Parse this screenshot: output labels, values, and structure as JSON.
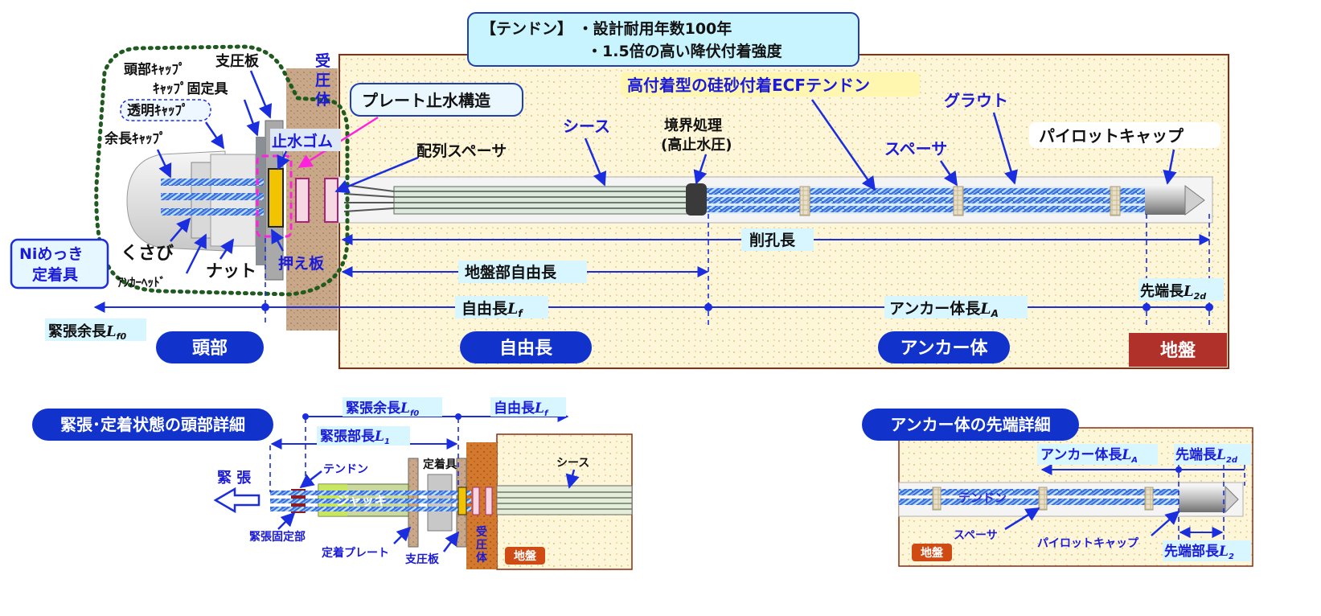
{
  "main": {
    "info_box": {
      "line1": "【テンドン】 ・設計耐用年数100年",
      "line2": "・1.5倍の高い降伏付着強度"
    },
    "labels": {
      "ecf_tendon": "高付着型の硅砂付着ECFテンドン",
      "grout": "グラウト",
      "sheath": "シース",
      "boundary": "境界処理",
      "boundary_sub": "(高止水圧)",
      "spacer": "スペーサ",
      "pilot_cap": "パイロットキャップ",
      "plate_seal": "プレート止水構造",
      "array_spacer": "配列スペーサ",
      "seal_rubber": "止水ゴム",
      "press_plate": "押え板",
      "bearing_body": "受圧体",
      "head_cap": "頭部ｷｬｯﾌﾟ",
      "bearing_plate": "支圧板",
      "cap_fixture": "ｷｬｯﾌﾟ固定具",
      "clear_cap": "透明ｷｬｯﾌﾟ",
      "extra_cap": "余長ｷｬｯﾌﾟ",
      "ni_anchor": "Niめっき\n定着具",
      "wedge": "くさび",
      "nut": "ナット",
      "anchor_head": "ｱﾝｶｰﾍｯﾄﾞ",
      "drill_length": "削孔長",
      "ground_free_length": "地盤部自由長",
      "free_length": "自由長",
      "free_length_sub": "f",
      "anchor_body_length": "アンカー体長",
      "anchor_body_length_sub": "A",
      "tip_length": "先端長",
      "tip_length_sub": "2d",
      "tension_extra": "緊張余長",
      "tension_extra_sub": "f0"
    },
    "pills": {
      "head": "頭部",
      "free": "自由長",
      "anchor_body": "アンカー体",
      "ground": "地盤"
    }
  },
  "detail_head": {
    "title": "緊張･定着状態の頭部詳細",
    "tension_extra": "緊張余長",
    "tension_extra_sub": "f0",
    "free_length": "自由長",
    "free_length_sub": "f",
    "tension_part_length": "緊張部長",
    "tension_part_length_sub": "1",
    "tension": "緊 張",
    "tendon": "テンドン",
    "jack": "ジャッキ",
    "anchor_fixture": "定着具",
    "sheath": "シース",
    "tension_fixing": "緊張固定部",
    "anchor_plate": "定着プレート",
    "bearing_plate": "支圧板",
    "bearing_body": "受圧体",
    "ground": "地盤"
  },
  "detail_tip": {
    "title": "アンカー体の先端詳細",
    "anchor_body_length": "アンカー体長",
    "anchor_body_length_sub": "A",
    "tip_length": "先端長",
    "tip_length_sub": "2d",
    "tendon": "テンドン",
    "spacer": "スペーサ",
    "pilot_cap": "パイロットキャップ",
    "tip_part_length": "先端部長",
    "tip_part_length_sub": "2",
    "ground": "地盤"
  },
  "colors": {
    "blue_text": "#1a1ad8",
    "pill_blue": "#1133cc",
    "ground_red": "#b0302a",
    "box_cyan": "#c8f4ff",
    "magenta": "#ff22dd",
    "frame": "#8b2b10"
  }
}
